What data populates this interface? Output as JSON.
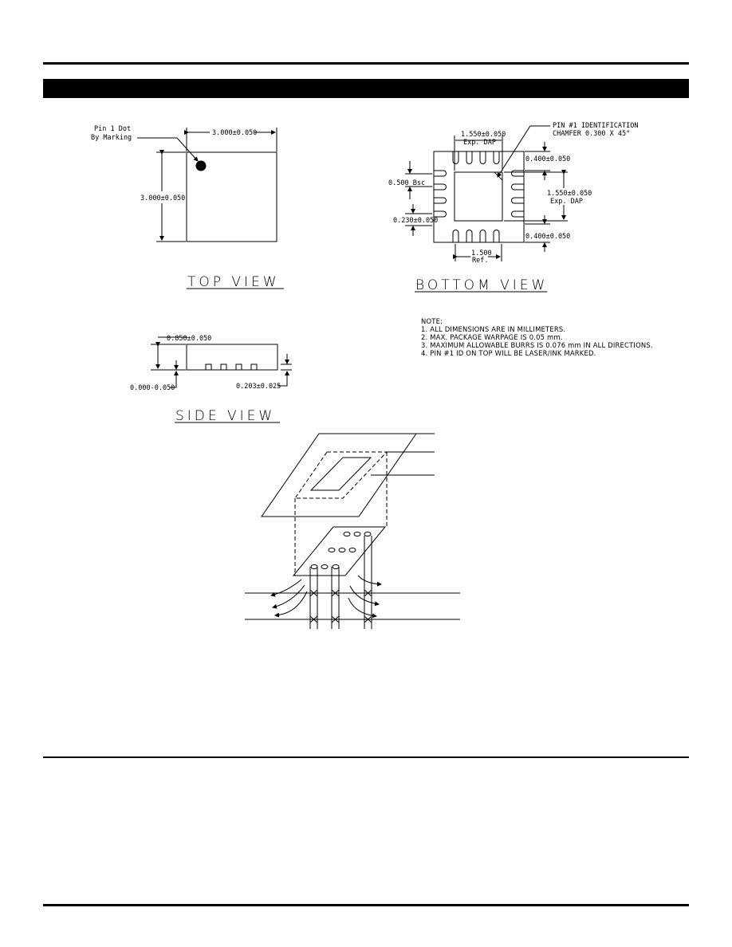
{
  "top_view": {
    "title": "TOP VIEW",
    "pin1_label_line1": "Pin  1 Dot",
    "pin1_label_line2": "By Marking",
    "width_dim": "3.000±0.050",
    "height_dim": "3.000±0.050"
  },
  "bottom_view": {
    "title": "BOTTOM VIEW",
    "pin1_id_line1": "PIN #1 IDENTIFICATION",
    "pin1_id_line2": "CHAMFER 0.300 X 45°",
    "dap_width_line1": "1.550±0.050",
    "dap_width_line2": "Exp. DAP",
    "dap_height_line1": "1.550±0.050",
    "dap_height_line2": "Exp. DAP",
    "pitch": "0.500 Bsc",
    "lead_width": "0.230±0.050",
    "lead_length_top": "0.400±0.050",
    "lead_length_bottom": "0.400±0.050",
    "ref_line1": "1.500",
    "ref_line2": "Ref."
  },
  "side_view": {
    "title": "SIDE VIEW",
    "height_dim": "0.850±0.050",
    "standoff_dim": "0.000-0.050",
    "lead_thickness_dim": "0.203±0.025"
  },
  "notes": {
    "heading": "NOTE:",
    "items": [
      "1.   ALL DIMENSIONS ARE IN MILLIMETERS.",
      "2.   MAX. PACKAGE WARPAGE IS 0.05 mm.",
      "3.   MAXIMUM ALLOWABLE BURRS IS 0.076 mm IN ALL DIRECTIONS.",
      "4.   PIN #1 ID ON TOP WILL BE LASER/INK MARKED."
    ]
  }
}
